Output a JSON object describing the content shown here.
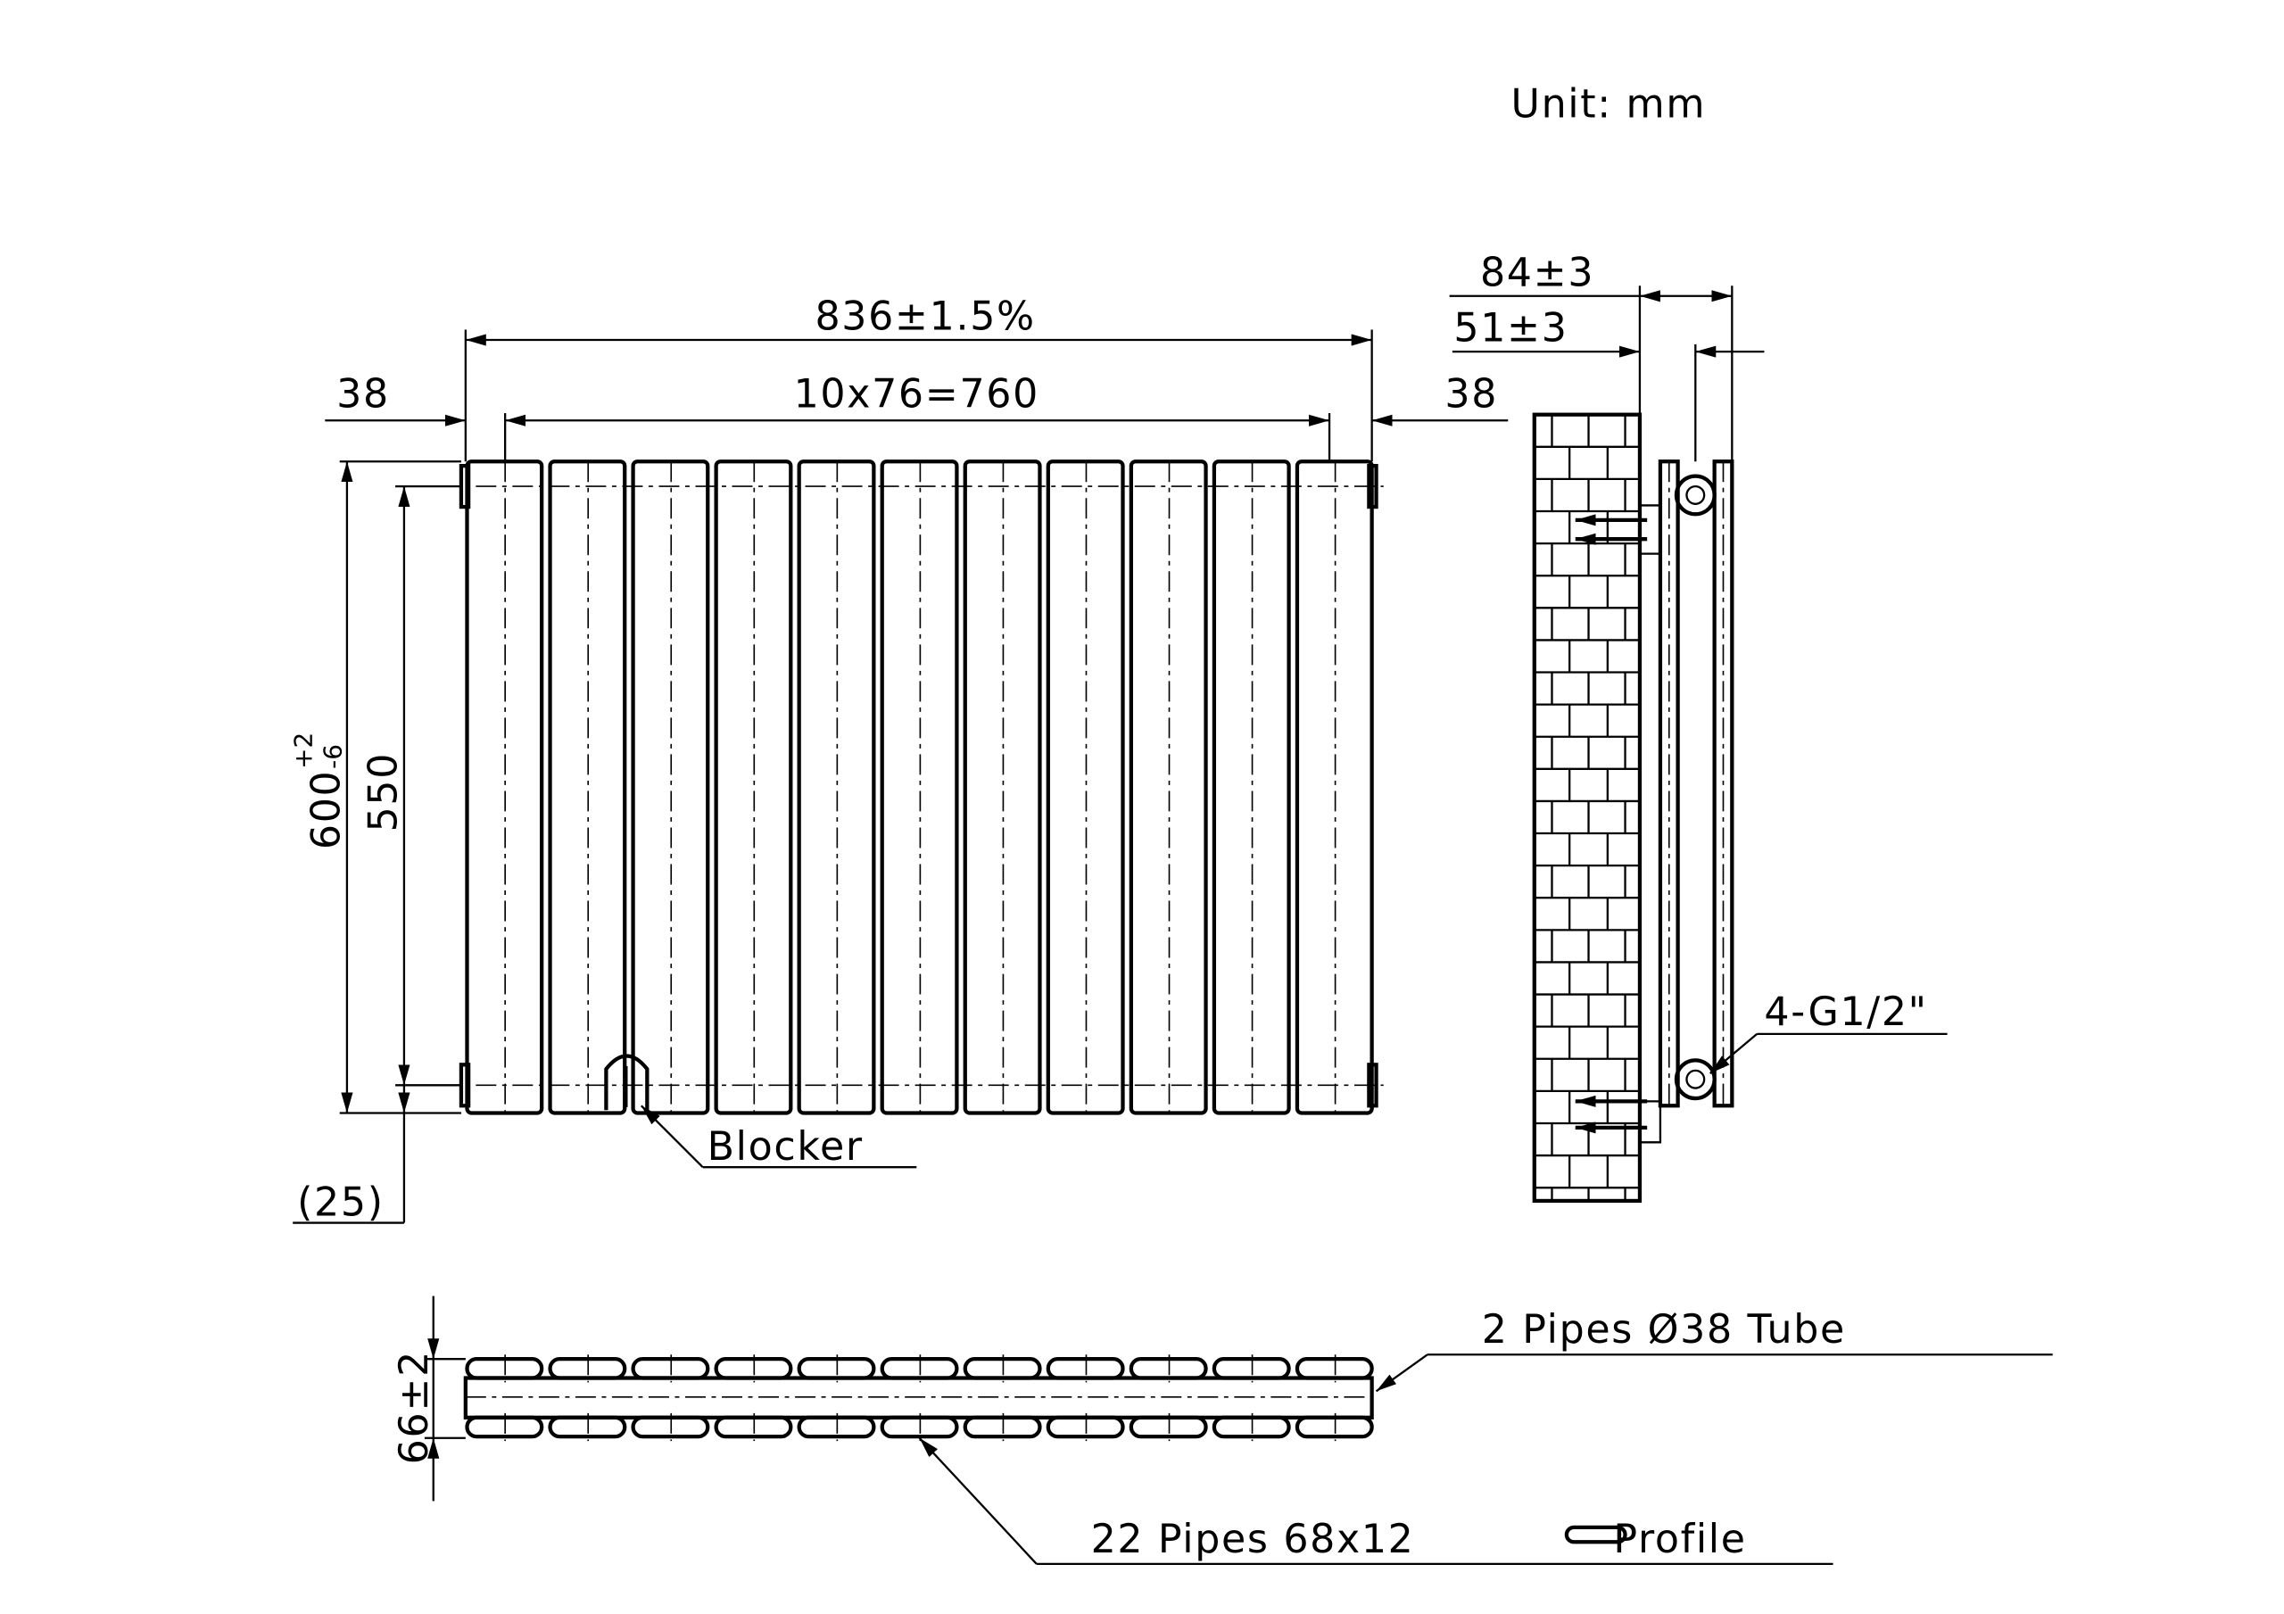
{
  "unit_label": "Unit: mm",
  "front_view": {
    "overall_width": "836±1.5%",
    "pitch": "10x76=760",
    "left_offset": "38",
    "right_offset": "38",
    "height_main": "600",
    "height_tol_plus": "+2",
    "height_tol_minus": "-6",
    "pipe_centers": "550",
    "bottom_gap": "(25)",
    "blocker_label": "Blocker",
    "columns": 11
  },
  "side_view": {
    "depth_total": "84±3",
    "depth_center": "51±3",
    "connection_label": "4-G1/2\""
  },
  "bottom_view": {
    "depth": "66±2",
    "tube_label": "2 Pipes Ø38 Tube",
    "profile_label": "22 Pipes 68x12",
    "profile_suffix": "Profile"
  },
  "colors": {
    "line": "#000000",
    "background": "#ffffff"
  }
}
